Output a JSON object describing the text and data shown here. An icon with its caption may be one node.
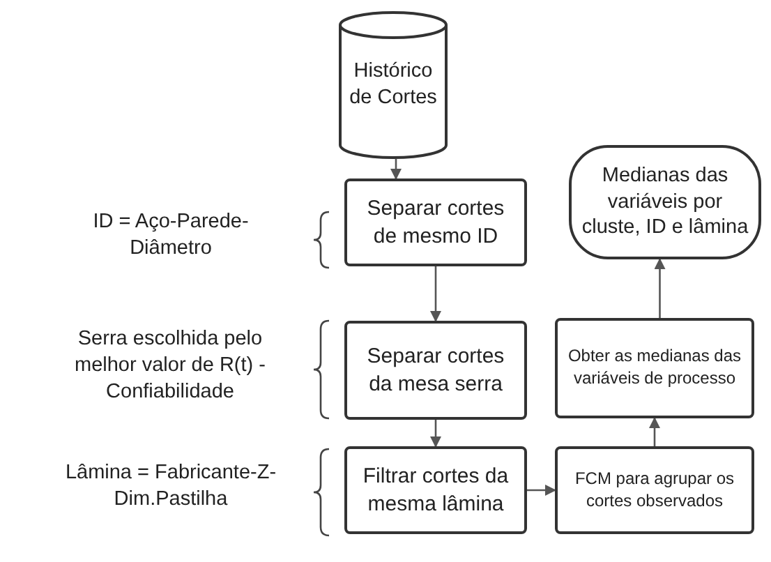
{
  "diagram": {
    "nodes": [
      {
        "text": [
          "Histórico de Cortes"
        ]
      },
      {
        "text": [
          "Separar cortes de mesmo ID"
        ]
      },
      {
        "text": [
          "Separar cortes da mesa serra"
        ]
      },
      {
        "text": [
          "Filtrar cortes da mesma lâmina"
        ]
      },
      {
        "text": [
          "FCM para agrupar os cortes observados"
        ]
      },
      {
        "text": [
          "Obter as medianas das variáveis de processo"
        ]
      },
      {
        "text": [
          "Medianas das variáveis por cluste, ID e lâmina"
        ]
      }
    ],
    "edges": [
      {
        "from": 0,
        "to": 1,
        "arrow": "to"
      },
      {
        "from": 1,
        "to": 2,
        "arrow": "to"
      },
      {
        "from": 2,
        "to": 3,
        "arrow": "to"
      },
      {
        "from": 3,
        "to": 4,
        "arrow": "to"
      },
      {
        "from": 4,
        "to": 5,
        "arrow": "to"
      },
      {
        "from": 5,
        "to": 6,
        "arrow": "to"
      }
    ],
    "labels": [
      "ID = Aço-Parede-Diâmetro",
      "Serra escolhida pelo melhor valor de R(t) - Confiabilidade",
      "Lâmina = Fabricante-Z-Dim.Pastilha"
    ]
  }
}
